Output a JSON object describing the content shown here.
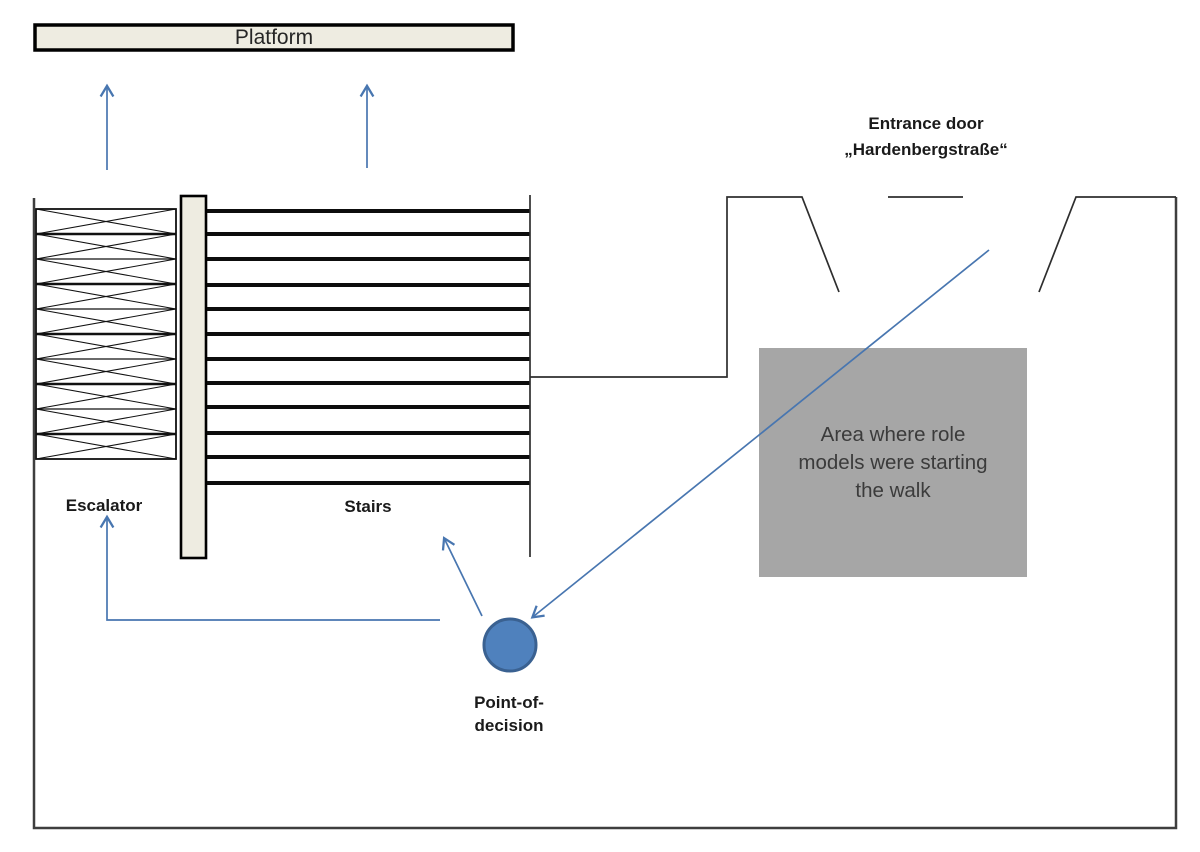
{
  "labels": {
    "platform": "Platform",
    "escalator": "Escalator",
    "stairs": "Stairs",
    "entrance_line1": "Entrance door",
    "entrance_line2": "„Hardenbergstraße“",
    "area_line1": "Area where role",
    "area_line2": "models were starting",
    "area_line3": "the walk",
    "decision_line1": "Point-of-",
    "decision_line2": "decision"
  },
  "colors": {
    "beige": "#EEECE1",
    "gray_area": "#A6A6A6",
    "area_text": "#3B3B3B",
    "text": "#1A1A1A",
    "wall": "#3E3E3E",
    "stair": "#0D0D0D",
    "arrow_blue": "#4876B0",
    "circle_fill": "#4F81BD",
    "circle_stroke": "#3A6191"
  }
}
